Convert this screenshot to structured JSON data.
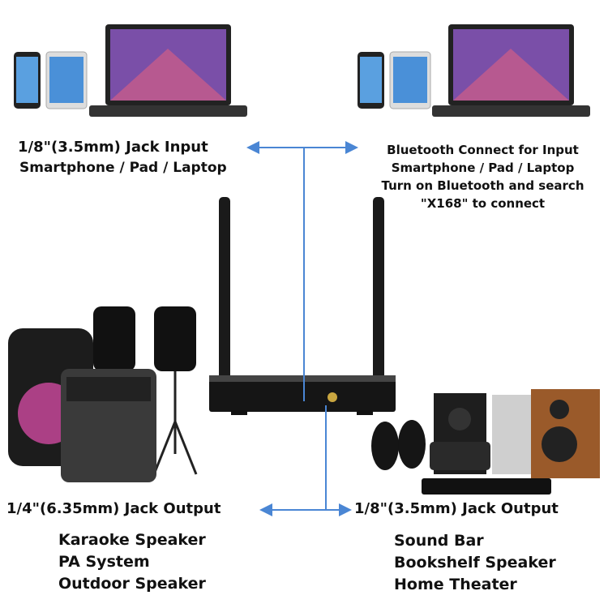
{
  "top_left": {
    "title": "1/8\"(3.5mm) Jack Input",
    "subtitle": "Smartphone / Pad / Laptop"
  },
  "top_right": {
    "lines": [
      "Bluetooth Connect for Input",
      "Smartphone / Pad / Laptop",
      "Turn on Bluetooth and search",
      "\"X168\" to connect"
    ]
  },
  "bottom_left": {
    "title": "1/4\"(6.35mm) Jack Output",
    "items": [
      "Karaoke Speaker",
      "PA System",
      "Outdoor Speaker"
    ]
  },
  "bottom_right": {
    "title": "1/8\"(3.5mm) Jack Output",
    "items": [
      "Sound Bar",
      "Bookshelf Speaker",
      "Home Theater"
    ]
  },
  "colors": {
    "arrow": "#4a86d4",
    "device": "#1a1a1a"
  }
}
